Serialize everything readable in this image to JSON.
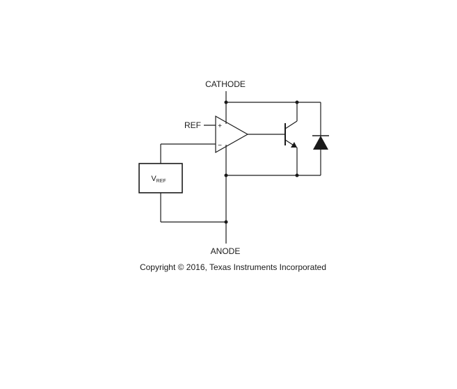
{
  "diagram": {
    "labels": {
      "cathode": "CATHODE",
      "anode": "ANODE",
      "ref": "REF",
      "vref_main": "V",
      "vref_sub": "REF",
      "plus": "+",
      "minus": "−"
    },
    "copyright": "Copyright © 2016, Texas Instruments Incorporated"
  }
}
